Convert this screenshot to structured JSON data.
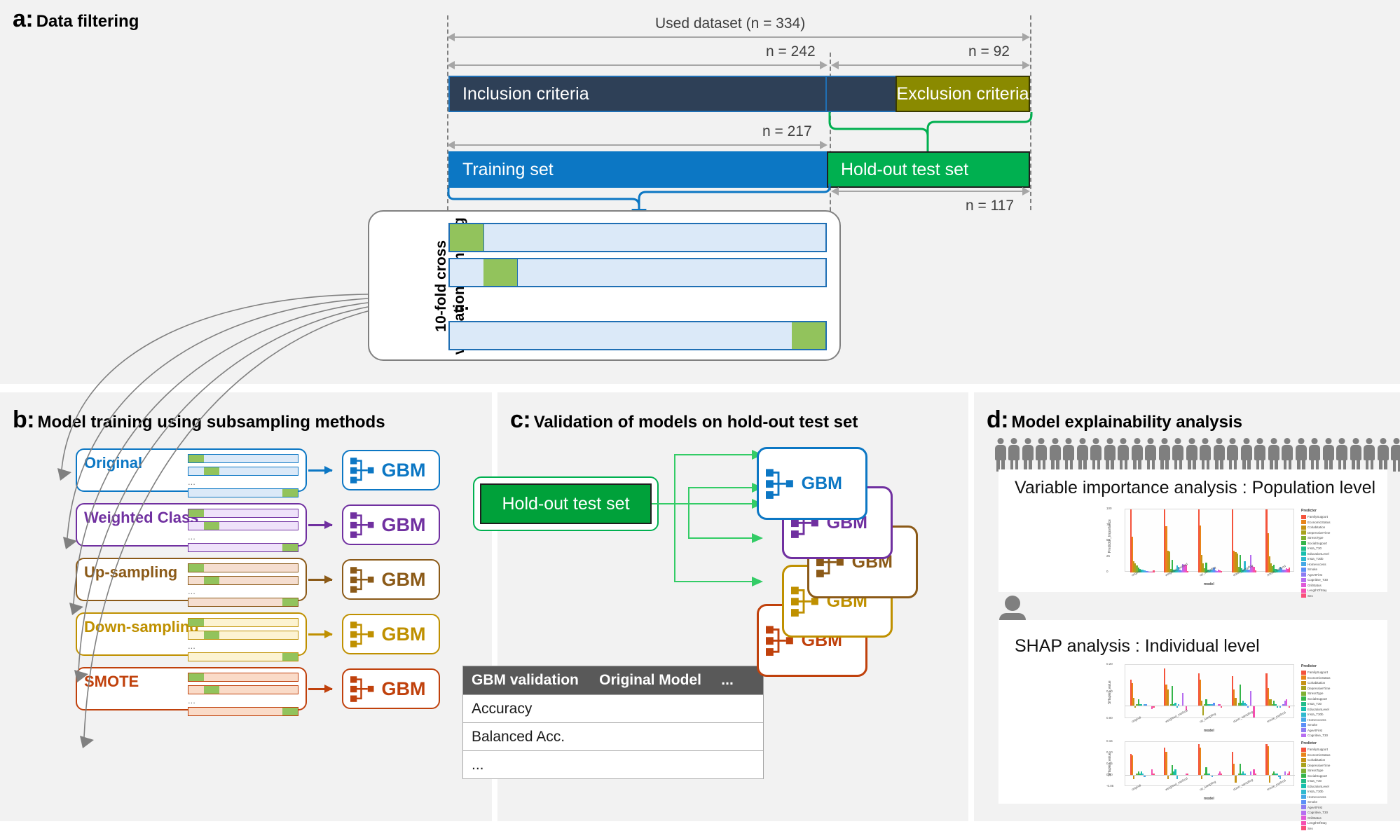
{
  "panels": {
    "a": {
      "letter": "a:",
      "title": "Data filtering"
    },
    "b": {
      "letter": "b:",
      "title": "Model training using subsampling methods"
    },
    "c": {
      "letter": "c:",
      "title": "Validation of models on hold-out test set"
    },
    "d": {
      "letter": "d:",
      "title": "Model explainability analysis"
    }
  },
  "panel_a": {
    "dim_used_dataset": "Used dataset (n = 334)",
    "dim_n242": "n = 242",
    "dim_n92": "n = 92",
    "dim_n217": "n = 217",
    "dim_n117": "n = 117",
    "bar_inclusion": "Inclusion criteria",
    "bar_exclusion": "Exclusion criteria",
    "bar_training": "Training set",
    "bar_holdout": "Hold-out test set",
    "cv_label_line1": "10-fold cross",
    "cv_label_line2": "validation sampling",
    "cv_dots": "...",
    "colors": {
      "inclusion": "#2e4057",
      "exclusion": "#8a8a00",
      "training": "#0c77c4",
      "holdout": "#00b050",
      "fold_validation": "#92c35c",
      "fold_train": "#dbe9f8",
      "dimension": "#a6a6a6"
    }
  },
  "panel_b": {
    "methods": [
      {
        "name": "Original",
        "color": "#0c77c4",
        "fill": "#dbe9f8",
        "dots": "..."
      },
      {
        "name": "Weighted Class",
        "color": "#7030a0",
        "fill": "#efe2fa",
        "dots": "..."
      },
      {
        "name": "Up-sampling",
        "color": "#8b5a18",
        "fill": "#f5ded0",
        "dots": "..."
      },
      {
        "name": "Down-sampling",
        "color": "#bf9000",
        "fill": "#fcf3d2",
        "dots": "..."
      },
      {
        "name": "SMOTE",
        "color": "#c0410c",
        "fill": "#fadbc8",
        "dots": "..."
      }
    ],
    "model_label": "GBM"
  },
  "panel_c": {
    "holdout_label": "Hold-out test set",
    "models": [
      {
        "label": "GBM",
        "color": "#0c77c4"
      },
      {
        "label": "GBM",
        "color": "#7030a0"
      },
      {
        "label": "GBM",
        "color": "#8b5a18"
      },
      {
        "label": "GBM",
        "color": "#bf9000"
      },
      {
        "label": "GBM",
        "color": "#c0410c"
      }
    ],
    "table": {
      "headers": [
        "GBM validation",
        "Original Model",
        "..."
      ],
      "rows": [
        [
          "Accuracy",
          "",
          ""
        ],
        [
          "Balanced Acc.",
          "",
          ""
        ],
        [
          "...",
          "",
          ""
        ]
      ]
    }
  },
  "panel_d": {
    "caption_population": "Variable importance analysis : Population level",
    "caption_individual": "SHAP analysis : Individual level",
    "people_count": 42
  },
  "chart_data": [
    {
      "type": "bar",
      "id": "variable-importance-population",
      "title": "",
      "xlabel": "model",
      "ylabel": "Predictor_Importance",
      "categories": [
        "original",
        "weighted_method",
        "up_sampling",
        "down_sampling",
        "smote_method"
      ],
      "yticks": [
        "0",
        "25",
        "50",
        "75",
        "100"
      ],
      "ylim": [
        0,
        100
      ],
      "legend_title": "Predictor",
      "legend": [
        {
          "label": "FamilySupport",
          "color": "#f4533c"
        },
        {
          "label": "EconomicStatus",
          "color": "#e8841a"
        },
        {
          "label": "Cohabitation",
          "color": "#c69214"
        },
        {
          "label": "DepressiveTime",
          "color": "#a8a21c"
        },
        {
          "label": "StressType",
          "color": "#7fb032"
        },
        {
          "label": "SocialSupport",
          "color": "#35b54a"
        },
        {
          "label": "Insta_T30",
          "color": "#21bd8a"
        },
        {
          "label": "EducationLevel",
          "color": "#17bfae"
        },
        {
          "label": "Insta_T30b",
          "color": "#2fb9cf"
        },
        {
          "label": "HomeAccess",
          "color": "#45a8e6"
        },
        {
          "label": "Smoke",
          "color": "#5b8ff7"
        },
        {
          "label": "AgeAtFirst",
          "color": "#8d7bf2"
        },
        {
          "label": "Cognitive_T30",
          "color": "#b66df0"
        },
        {
          "label": "GrilStatus",
          "color": "#e059d8"
        },
        {
          "label": "LengthOfStay",
          "color": "#f550b0"
        },
        {
          "label": "Sex",
          "color": "#f94f7a"
        }
      ],
      "series": [
        {
          "name": "original",
          "values": [
            100,
            57,
            18,
            14,
            11,
            8,
            6,
            5,
            4,
            3,
            2,
            2,
            1,
            1,
            1,
            3
          ]
        },
        {
          "name": "weighted_method",
          "values": [
            100,
            73,
            34,
            33,
            6,
            20,
            5,
            4,
            11,
            9,
            4,
            3,
            13,
            12,
            12,
            2
          ]
        },
        {
          "name": "up_sampling",
          "values": [
            100,
            74,
            28,
            14,
            7,
            16,
            4,
            3,
            5,
            5,
            8,
            3,
            2,
            4,
            3,
            2
          ]
        },
        {
          "name": "down_sampling",
          "values": [
            100,
            34,
            32,
            30,
            9,
            28,
            7,
            5,
            18,
            5,
            5,
            4,
            28,
            10,
            9,
            3
          ]
        },
        {
          "name": "smote_method",
          "values": [
            100,
            62,
            26,
            14,
            10,
            12,
            6,
            4,
            5,
            9,
            7,
            5,
            4,
            7,
            6,
            8
          ]
        }
      ]
    },
    {
      "type": "bar",
      "id": "shap-individual-1",
      "xlabel": "model",
      "ylabel": "SHapley_value",
      "categories": [
        "original",
        "weighted_method",
        "up_sampling",
        "down_sampling",
        "smote_method"
      ],
      "yticks": [
        "0.00",
        "0.10",
        "0.20"
      ],
      "ylim": [
        -0.08,
        0.25
      ],
      "legend_title": "Predictor",
      "legend": [
        {
          "label": "FamilySupport",
          "color": "#f4533c"
        },
        {
          "label": "EconomicStatus",
          "color": "#e8841a"
        },
        {
          "label": "Cohabitation",
          "color": "#c69214"
        },
        {
          "label": "DepressiveTime",
          "color": "#a8a21c"
        },
        {
          "label": "StressType",
          "color": "#7fb032"
        },
        {
          "label": "SocialSupport",
          "color": "#35b54a"
        },
        {
          "label": "Insta_T30",
          "color": "#21bd8a"
        },
        {
          "label": "EducationLevel",
          "color": "#17bfae"
        },
        {
          "label": "Insta_T30b",
          "color": "#2fb9cf"
        },
        {
          "label": "HomeAccess",
          "color": "#45a8e6"
        },
        {
          "label": "Smoke",
          "color": "#5b8ff7"
        },
        {
          "label": "AgeAtFirst",
          "color": "#8d7bf2"
        },
        {
          "label": "Cognitive_T30",
          "color": "#b66df0"
        },
        {
          "label": "GrilStatus",
          "color": "#e059d8"
        },
        {
          "label": "LengthOfStay",
          "color": "#f550b0"
        },
        {
          "label": "Sex",
          "color": "#f94f7a"
        }
      ],
      "series": [
        {
          "name": "original",
          "values": [
            0.16,
            0.14,
            0.05,
            -0.01,
            0.01,
            0.04,
            0.01,
            0.01,
            0.0,
            0.01,
            0.01,
            0.0,
            0.0,
            0.0,
            -0.02,
            -0.01
          ]
        },
        {
          "name": "weighted_method",
          "values": [
            0.23,
            0.13,
            0.1,
            0.0,
            0.01,
            0.12,
            0.01,
            0.02,
            -0.01,
            0.01,
            0.0,
            0.0,
            0.08,
            0.0,
            -0.03,
            0.0
          ]
        },
        {
          "name": "up_sampling",
          "values": [
            0.2,
            0.16,
            0.03,
            -0.06,
            0.01,
            0.04,
            0.01,
            0.01,
            0.01,
            0.01,
            0.02,
            0.0,
            0.0,
            0.01,
            0.01,
            -0.01
          ]
        },
        {
          "name": "down_sampling",
          "values": [
            0.18,
            0.1,
            0.05,
            0.0,
            0.02,
            0.13,
            0.02,
            0.03,
            0.02,
            0.01,
            -0.01,
            0.0,
            0.09,
            0.0,
            -0.07,
            0.0
          ]
        },
        {
          "name": "smote_method",
          "values": [
            0.2,
            0.11,
            0.04,
            0.04,
            0.01,
            0.03,
            0.01,
            -0.01,
            0.0,
            -0.01,
            0.0,
            0.01,
            0.03,
            0.04,
            0.0,
            -0.01
          ]
        }
      ]
    },
    {
      "type": "bar",
      "id": "shap-individual-2",
      "xlabel": "model",
      "ylabel": "SHapley_value",
      "categories": [
        "original",
        "weighted_method",
        "up_sampling",
        "down_sampling",
        "smote_method"
      ],
      "yticks": [
        "-0.05",
        "0.00",
        "0.05",
        "0.10",
        "0.15"
      ],
      "ylim": [
        -0.06,
        0.17
      ],
      "legend_title": "Predictor",
      "legend": [
        {
          "label": "FamilySupport",
          "color": "#f4533c"
        },
        {
          "label": "EconomicStatus",
          "color": "#e8841a"
        },
        {
          "label": "Cohabitation",
          "color": "#c69214"
        },
        {
          "label": "DepressiveTime",
          "color": "#a8a21c"
        },
        {
          "label": "StressType",
          "color": "#7fb032"
        },
        {
          "label": "SocialSupport",
          "color": "#35b54a"
        },
        {
          "label": "Insta_T30",
          "color": "#21bd8a"
        },
        {
          "label": "EducationLevel",
          "color": "#17bfae"
        },
        {
          "label": "Insta_T30b",
          "color": "#2fb9cf"
        },
        {
          "label": "HomeAccess",
          "color": "#45a8e6"
        },
        {
          "label": "Smoke",
          "color": "#5b8ff7"
        },
        {
          "label": "AgeAtFirst",
          "color": "#8d7bf2"
        },
        {
          "label": "Cognitive_T30",
          "color": "#b66df0"
        },
        {
          "label": "GrilStatus",
          "color": "#e059d8"
        },
        {
          "label": "LengthOfStay",
          "color": "#f550b0"
        },
        {
          "label": "Sex",
          "color": "#f94f7a"
        }
      ],
      "series": [
        {
          "name": "original",
          "values": [
            0.11,
            0.1,
            -0.02,
            0.0,
            0.01,
            0.02,
            0.01,
            0.02,
            0.01,
            -0.01,
            0.0,
            0.0,
            0.0,
            0.0,
            0.03,
            0.01
          ]
        },
        {
          "name": "weighted_method",
          "values": [
            0.14,
            0.12,
            -0.02,
            0.0,
            0.01,
            0.05,
            0.02,
            0.03,
            -0.02,
            0.0,
            0.0,
            0.0,
            0.0,
            0.0,
            0.01,
            0.01
          ]
        },
        {
          "name": "up_sampling",
          "values": [
            0.16,
            0.14,
            -0.02,
            0.0,
            0.01,
            0.04,
            0.01,
            0.01,
            0.0,
            -0.01,
            0.0,
            0.0,
            0.0,
            0.01,
            0.02,
            0.01
          ]
        },
        {
          "name": "down_sampling",
          "values": [
            0.12,
            0.06,
            -0.04,
            0.0,
            0.01,
            0.06,
            0.01,
            0.02,
            0.01,
            0.0,
            0.0,
            0.0,
            0.02,
            0.0,
            0.03,
            0.01
          ]
        },
        {
          "name": "smote_method",
          "values": [
            0.16,
            0.15,
            -0.04,
            0.0,
            0.01,
            0.02,
            0.01,
            0.01,
            -0.01,
            -0.02,
            0.0,
            0.0,
            0.02,
            0.0,
            0.01,
            0.02
          ]
        }
      ]
    }
  ]
}
